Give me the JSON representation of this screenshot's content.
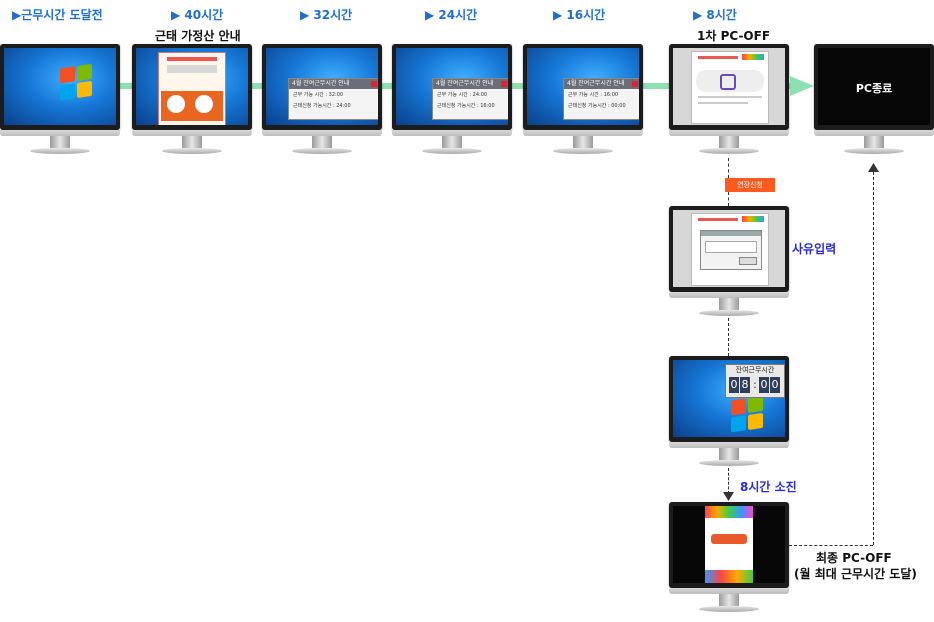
{
  "stages": [
    {
      "label": "▶근무시간 도달전"
    },
    {
      "label": "▶ 40시간",
      "sublabel": "근태 가정산 안내"
    },
    {
      "label": "▶ 32시간",
      "popup": {
        "title": "4월 잔여근무시간 안내",
        "line1": "근무 가능 시간 : 32:00",
        "line2": "근태신청 가능시간 : 24:00"
      }
    },
    {
      "label": "▶ 24시간",
      "popup": {
        "title": "4월 잔여근무시간 안내",
        "line1": "근무 가능 시간 : 24:00",
        "line2": "근태신청 가능시간 : 16:00"
      }
    },
    {
      "label": "▶ 16시간",
      "popup": {
        "title": "4월 잔여근무시간 안내",
        "line1": "근무 가능 시간 : 16:00",
        "line2": "근태신청 가능시간 : 00:00"
      }
    },
    {
      "label": "▶ 8시간",
      "sublabel": "1차 PC-OFF"
    },
    {
      "label": "",
      "screen_text": "PC종료"
    }
  ],
  "extend_button": "연장신청",
  "reason_label": "사유입력",
  "timer": {
    "title": "잔여근무시간",
    "digits": [
      "0",
      "8",
      "0",
      "0"
    ]
  },
  "consumed_label": "8시간 소진",
  "final_label_1": "최종 PC-OFF",
  "final_label_2": "(월 최대 근무시간 도달)",
  "colors": {
    "stage_label": "#1f6fd1",
    "flow_arrow": "#8fe0b0",
    "extend_button": "#ff5a1f",
    "emphasis_label": "#2a2ad6"
  }
}
